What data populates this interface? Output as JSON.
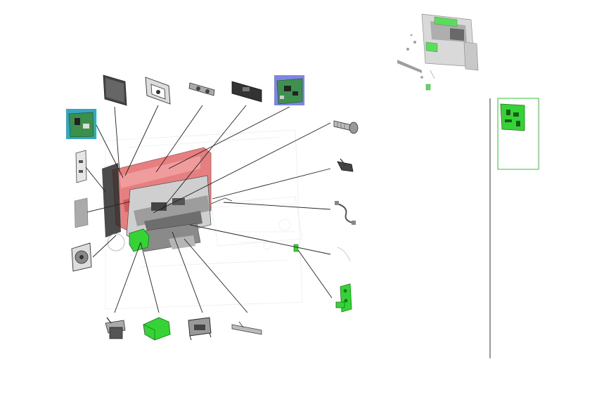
{
  "colors": {
    "highlight_green": "#35d335",
    "frame_red": "#d9534f",
    "board_blue": "#7f86e0",
    "board_teal": "#37a6c2",
    "callout_line": "#222222",
    "inset_border": "#35c435"
  },
  "parts": [
    {
      "name": "panel-plate"
    },
    {
      "name": "mounting-frame"
    },
    {
      "name": "rail-bracket"
    },
    {
      "name": "shield-plate"
    },
    {
      "name": "main-board-blue"
    },
    {
      "name": "sub-board-teal"
    },
    {
      "name": "side-bracket"
    },
    {
      "name": "cover-sheet"
    },
    {
      "name": "fan-unit"
    },
    {
      "name": "screw"
    },
    {
      "name": "clip-bracket"
    },
    {
      "name": "cable-harness"
    },
    {
      "name": "small-sensor-board-green"
    },
    {
      "name": "motor-bracket"
    },
    {
      "name": "green-block-part"
    },
    {
      "name": "connector-bracket"
    },
    {
      "name": "guide-rail"
    }
  ]
}
